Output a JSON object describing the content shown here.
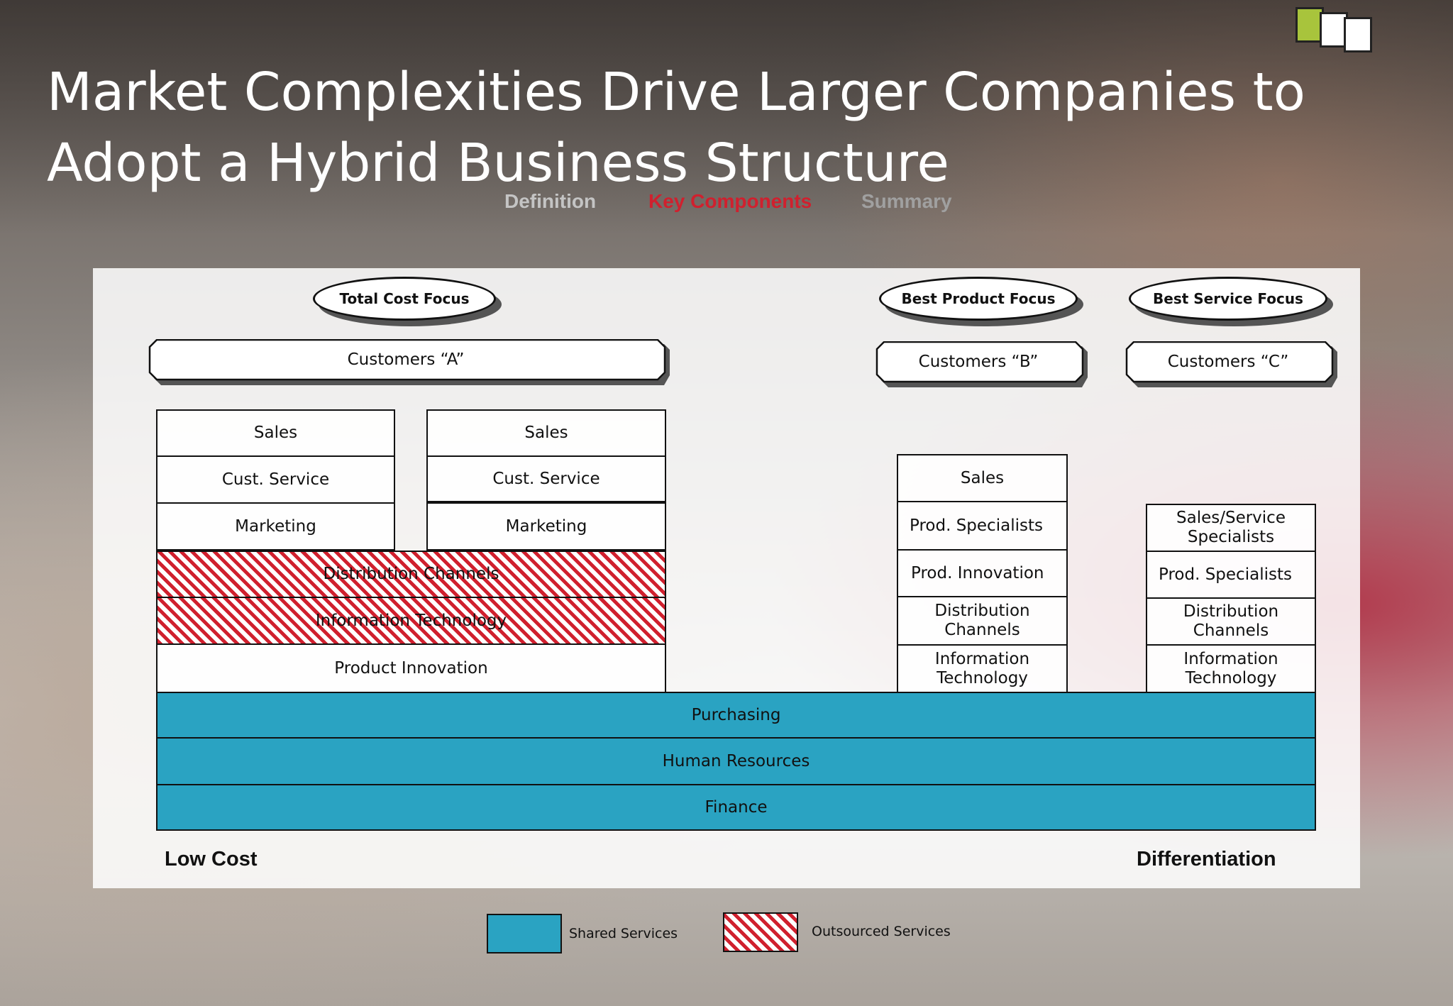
{
  "title": "Market Complexities Drive Larger Companies to Adopt a Hybrid Business Structure",
  "tabs": [
    {
      "label": "Definition",
      "color": "#bdbdbd"
    },
    {
      "label": "Key Components",
      "color": "#d0202e"
    },
    {
      "label": "Summary",
      "color": "#9a9a9a"
    }
  ],
  "focus": {
    "a": "Total Cost Focus",
    "b": "Best Product Focus",
    "c": "Best Service Focus"
  },
  "customers": {
    "a": "Customers “A”",
    "b": "Customers “B”",
    "c": "Customers “C”"
  },
  "group_a1": [
    "Sales",
    "Cust. Service",
    "Marketing"
  ],
  "group_a2": [
    "Sales",
    "Cust. Service",
    "Marketing"
  ],
  "group_a_shared": [
    "Distribution Channels",
    "Information Technology",
    "Product Innovation"
  ],
  "group_b": [
    "Sales",
    "Prod. Specialists",
    "Prod. Innovation",
    "Distribution Channels",
    "Information Technology"
  ],
  "group_c": [
    "Sales/Service Specialists",
    "Prod. Specialists",
    "Distribution Channels",
    "Information Technology"
  ],
  "shared_services": [
    "Purchasing",
    "Human Resources",
    "Finance"
  ],
  "axis": {
    "left": "Low Cost",
    "right": "Differentiation"
  },
  "legend": {
    "shared": "Shared Services",
    "outsourced": "Outsourced Services"
  },
  "colors": {
    "shared": "#2aa3c2",
    "outsourced": "#d0202e",
    "accent": "#d0202e",
    "logo_green": "#a8c43c"
  }
}
